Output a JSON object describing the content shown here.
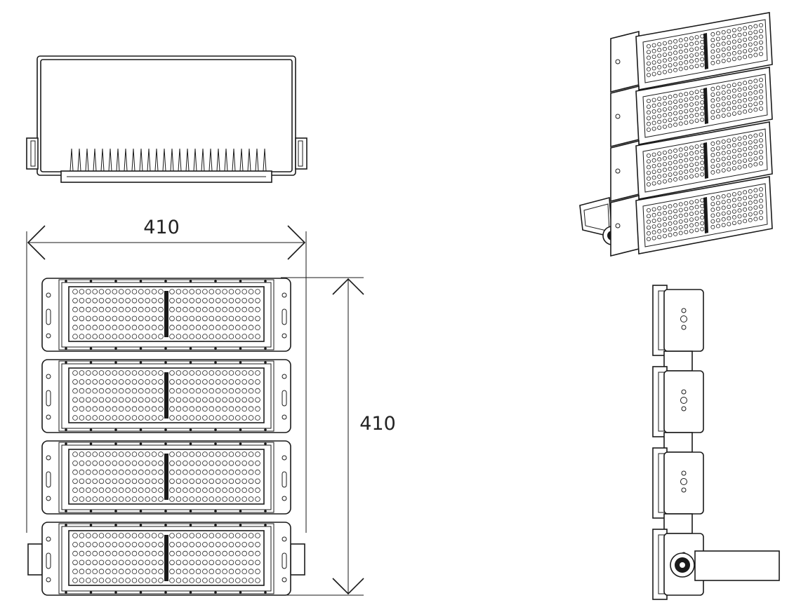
{
  "dimensions": {
    "width_label": "410",
    "height_label": "410"
  },
  "colors": {
    "line": "#1a1a1a",
    "background": "#ffffff"
  },
  "views": {
    "front_modules": 4,
    "side_modules": 4,
    "iso_modules": 4
  }
}
